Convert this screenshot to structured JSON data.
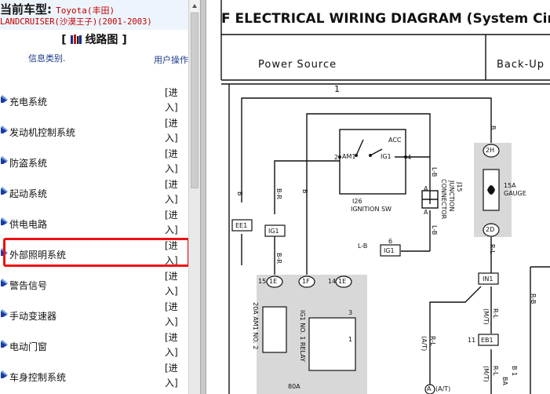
{
  "header": {
    "current_vehicle_label": "当前车型:",
    "make": "Toyota(丰田)",
    "model": "LANDCRUISER(沙漠王子)(2001-2003)"
  },
  "section": {
    "title": "线路图",
    "bracket_open": "[",
    "bracket_close": "]"
  },
  "table": {
    "col_category": "信息类别.",
    "col_action": "用户操作",
    "rows": [
      {
        "label": "充电系统",
        "action": "[进入]"
      },
      {
        "label": "发动机控制系统",
        "action": "[进入]"
      },
      {
        "label": "防盗系统",
        "action": "[进入]"
      },
      {
        "label": "起动系统",
        "action": "[进入]"
      },
      {
        "label": "供电电路",
        "action": "[进入]"
      },
      {
        "label": "外部照明系统",
        "action": "[进入]",
        "highlighted": true
      },
      {
        "label": "警告信号",
        "action": "[进入]"
      },
      {
        "label": "手动变速器",
        "action": "[进入]"
      },
      {
        "label": "电动门窗",
        "action": "[进入]"
      },
      {
        "label": "车身控制系统",
        "action": "[进入]"
      }
    ]
  },
  "diagram": {
    "title": "F  ELECTRICAL WIRING DIAGRAM (System Circ",
    "band_left": "Power Source",
    "band_right": "Back-Up",
    "number_1": "1",
    "connectors": {
      "ee1": "EE1",
      "ig1_left": "IG1",
      "ig1_mid": "IG1",
      "ig1_mid_pin": "6",
      "c2h": "2H",
      "c2d": "2D",
      "c1e_a": "1E",
      "c1e_a_pin": "15",
      "c1f": "1F",
      "c1e_b": "1E",
      "c1e_b_pin": "14",
      "in1": "IN1",
      "eb1": "EB1",
      "eb1_pin": "11"
    },
    "ignition_switch": {
      "name": "I26",
      "desc": "IGNITION SW",
      "am1": "AM1",
      "ig1": "IG1",
      "acc": "ACC",
      "pin_left": "2",
      "pin_right": "4"
    },
    "junction_connector": {
      "name": "J15",
      "desc1": "JUNCTION",
      "desc2": "CONNECTOR",
      "a1": "A",
      "a2": "A"
    },
    "gauge_fuse": {
      "amps": "15A",
      "desc": "GAUGE"
    },
    "am1_fuse": "20A AM1 NO. 2",
    "relay": {
      "desc": "IG1 NO. 1 RELAY",
      "pin3": "3",
      "pin1": "1"
    },
    "wires": {
      "b_top": "B",
      "b_left": "B",
      "br_upper": "B-R",
      "br_lower": "B-R",
      "lb_a": "L-B",
      "lb_b": "L-B",
      "lb_h": "L-B",
      "rl_a": "R-L",
      "rl_mt": "R-L",
      "mt": "(M/T)",
      "rl_at": "R-L",
      "at": "(A/T)",
      "rb": "R-B",
      "b_gauge": "B",
      "rl_bot": "R-L",
      "mt2": "(M/T)",
      "pin_a": "A",
      "a_paren": "(A/T)",
      "b1": "B 1",
      "ba": "BA",
      "fuse80": "80A"
    }
  }
}
